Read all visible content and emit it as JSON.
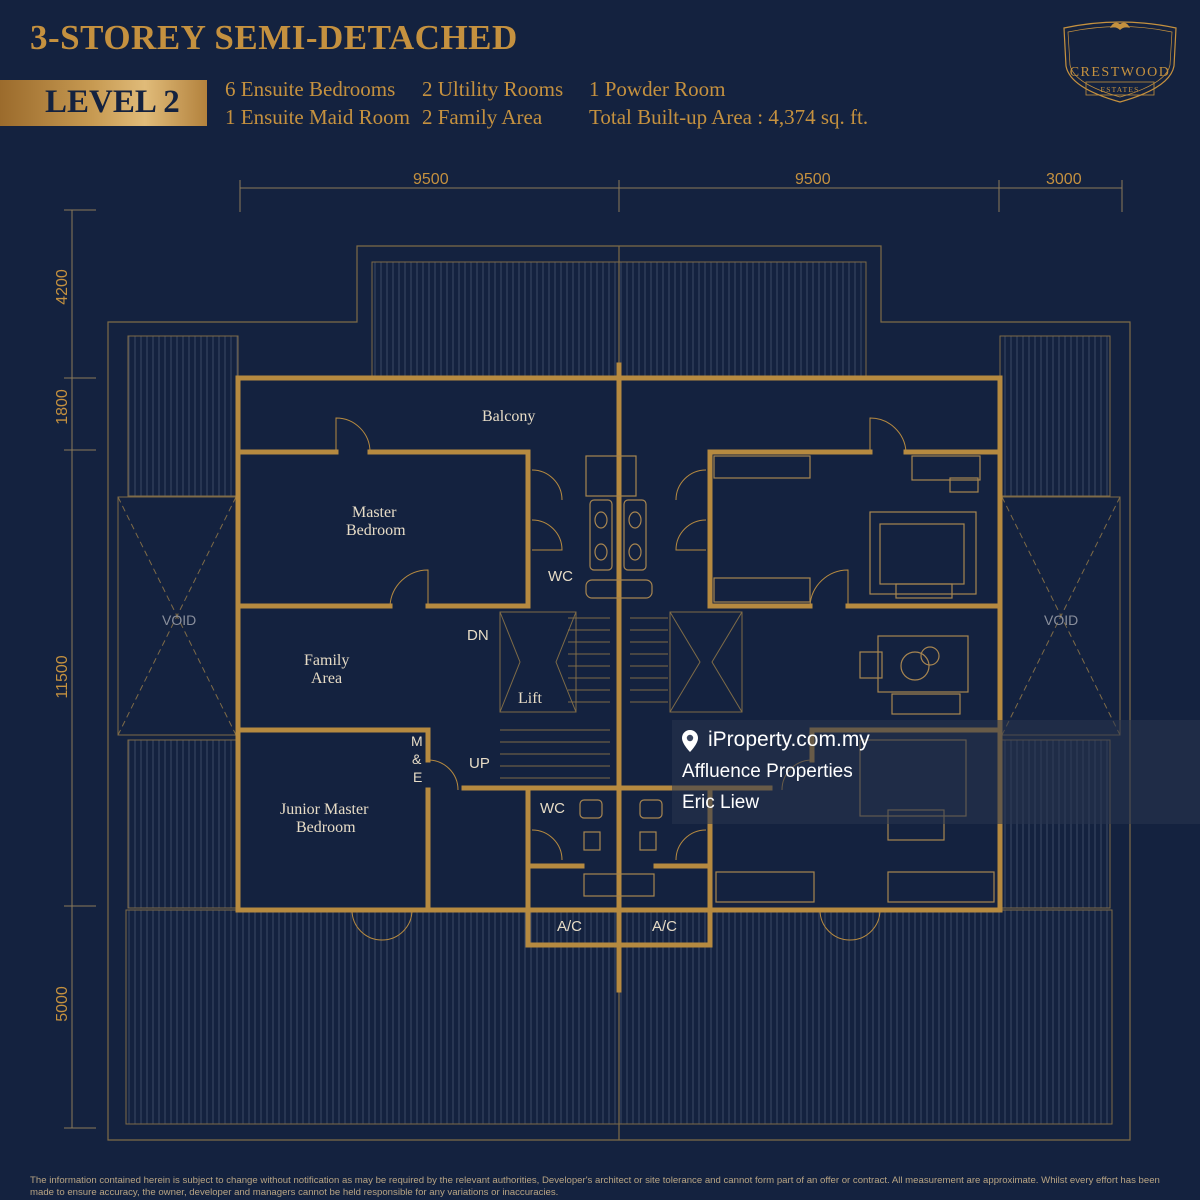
{
  "header": {
    "title": "3-STOREY SEMI-DETACHED",
    "level": "LEVEL 2",
    "specs": [
      "6 Ensuite Bedrooms",
      "1 Ensuite Maid Room",
      "2 Ultility Rooms",
      "2 Family Area",
      "1 Powder Room",
      "Total Built-up Area : 4,374 sq. ft."
    ]
  },
  "logo": {
    "name": "CRESTWOOD",
    "sub": "ESTATES"
  },
  "dimensions": {
    "top": [
      "9500",
      "9500",
      "3000"
    ],
    "left": [
      "4200",
      "1800",
      "11500",
      "5000"
    ]
  },
  "rooms": {
    "balcony": "Balcony",
    "master_bedroom_1": "Master",
    "master_bedroom_2": "Bedroom",
    "family_area_1": "Family",
    "family_area_2": "Area",
    "junior_master_1": "Junior Master",
    "junior_master_2": "Bedroom",
    "lift": "Lift",
    "wc_upper": "WC",
    "wc_lower": "WC",
    "dn": "DN",
    "up": "UP",
    "me_m": "M",
    "me_amp": "&",
    "me_e": "E",
    "ac_left": "A/C",
    "ac_right": "A/C",
    "void_left": "VOID",
    "void_right": "VOID"
  },
  "watermark": {
    "site": "iProperty.com.my",
    "agency": "Affluence Properties",
    "agent": "Eric Liew"
  },
  "disclaimer": "The information contained herein is subject to change without notification as may be required by the relevant authorities, Developer's architect or site tolerance and cannot form part of an offer or contract. All measurement are approximate. Whilst every effort has been made to ensure accuracy, the owner, developer and managers cannot be held responsible for any variations or inaccuracies.",
  "colors": {
    "background": "#14223f",
    "gold": "#c5913f",
    "wall": "#b68a40",
    "text": "#e7dcc6"
  }
}
